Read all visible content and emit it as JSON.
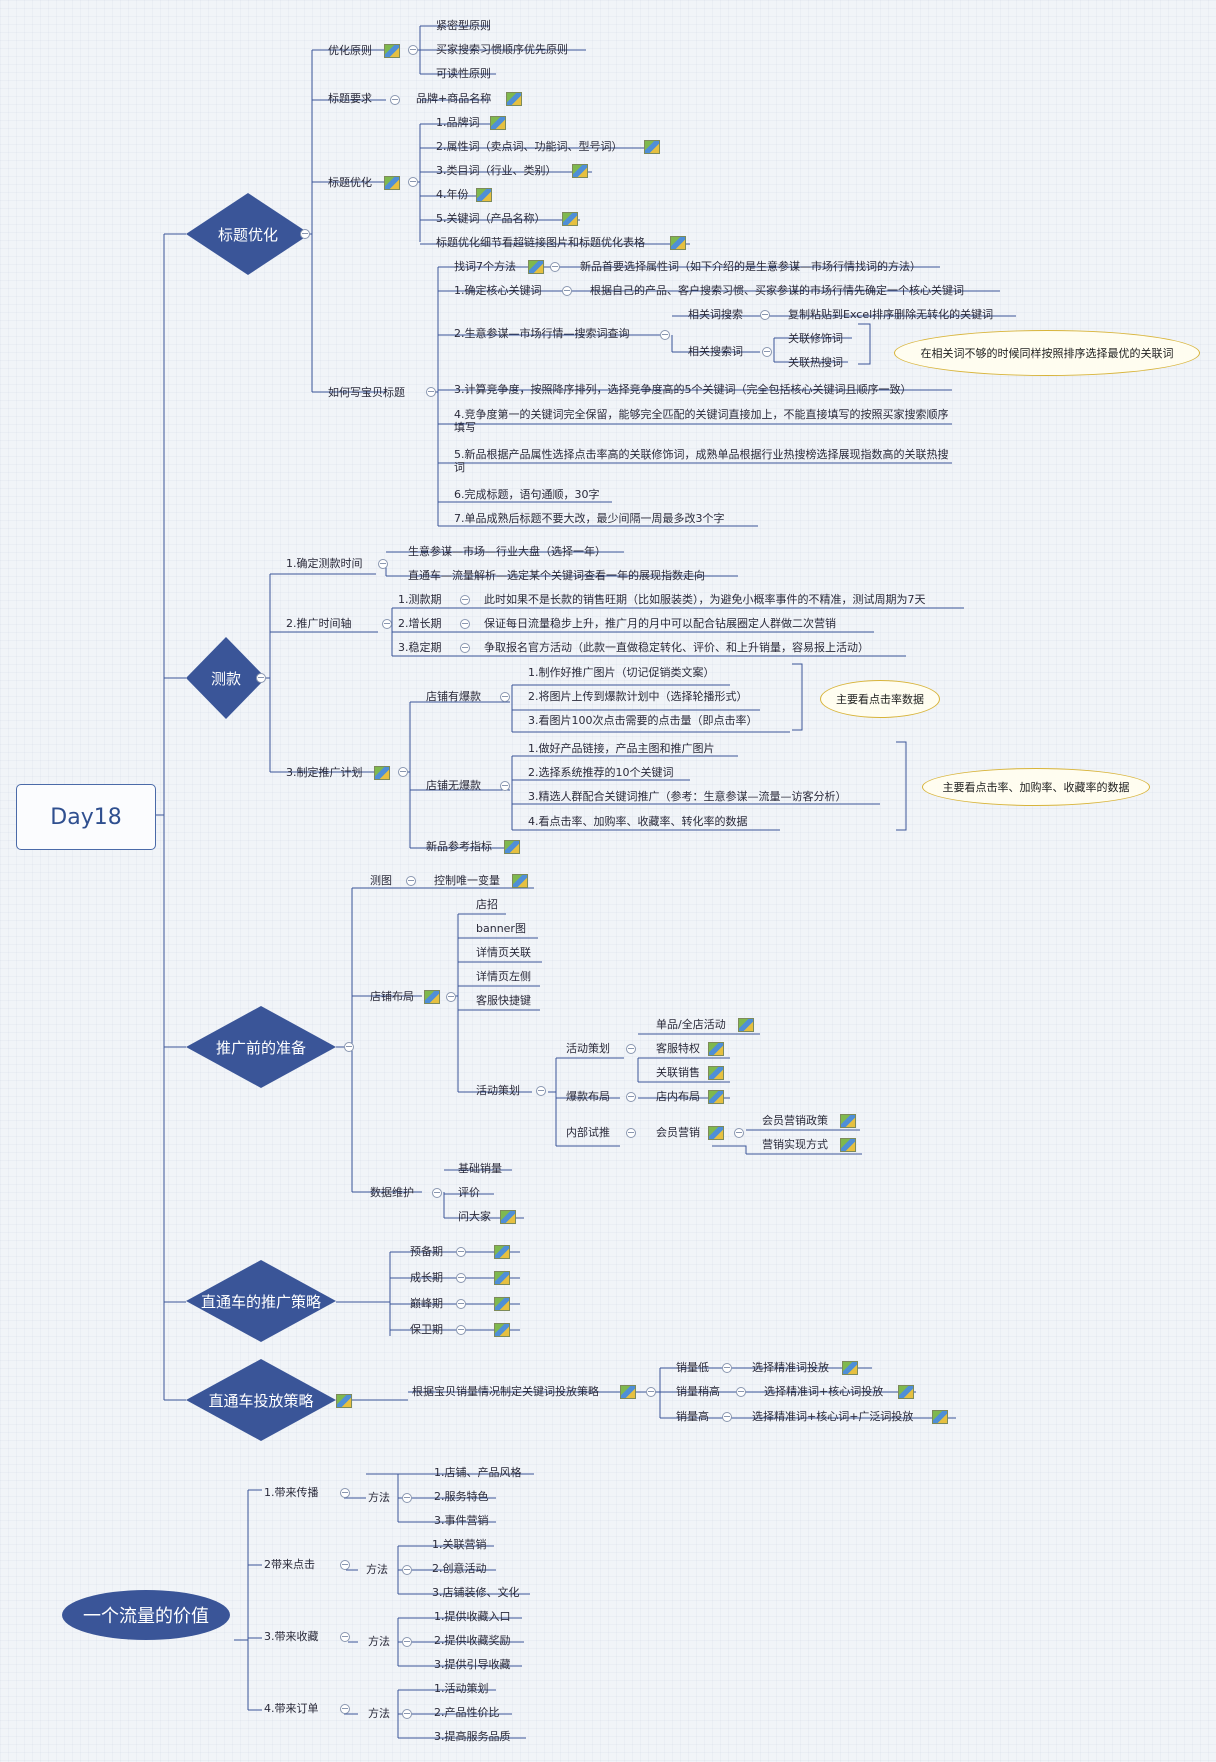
{
  "root": "Day18",
  "value_root": "一个流量的价值",
  "main": {
    "title_opt": "标题优化",
    "test": "测款",
    "prep": "推广前的准备",
    "ztc_strategy": "直通车的推广策略",
    "ztc_invest": "直通车投放策略"
  },
  "title_opt": {
    "principles": "优化原则",
    "p1": "紧密型原则",
    "p2": "买家搜索习惯顺序优先原则",
    "p3": "可读性原则",
    "req": "标题要求",
    "req1": "品牌+商品名称",
    "opt": "标题优化",
    "o1": "1.品牌词",
    "o2": "2.属性词（卖点词、功能词、型号词）",
    "o3": "3.类目词（行业、类别）",
    "o4": "4.年份",
    "o5": "5.关键词（产品名称）",
    "o6": "标题优化细节看超链接图片和标题优化表格",
    "how": "如何写宝贝标题",
    "h0": "找词7个方法",
    "h0b": "新品首要选择属性词（如下介绍的是生意参谋—市场行情找词的方法）",
    "h1": "1.确定核心关键词",
    "h1b": "根据自己的产品、客户搜索习惯、买家参谋的市场行情先确定一个核心关键词",
    "h2": "2.生意参谋—市场行情—搜索词查询",
    "h2a": "相关词搜索",
    "h2a1": "复制粘贴到Excel排序删除无转化的关键词",
    "h2b": "相关搜索词",
    "h2b1": "关联修饰词",
    "h2b2": "关联热搜词",
    "h2note": "在相关词不够的时候同样按照排序选择最优的关联词",
    "h3": "3.计算竞争度，按照降序排列，选择竞争度高的5个关键词（完全包括核心关键词且顺序一致）",
    "h4": "4.竞争度第一的关键词完全保留，能够完全匹配的关键词直接加上，不能直接填写的按照买家搜索顺序填写",
    "h5": "5.新品根据产品属性选择点击率高的关联修饰词，成熟单品根据行业热搜榜选择展现指数高的关联热搜词",
    "h6": "6.完成标题，语句通顺，30字",
    "h7": "7.单品成熟后标题不要大改，最少间隔一周最多改3个字"
  },
  "test": {
    "t1": "1.确定测款时间",
    "t1a": "生意参谋—市场—行业大盘（选择一年）",
    "t1b": "直通车—流量解析—选定某个关键词查看一年的展现指数走向",
    "t2": "2.推广时间轴",
    "t2a": "1.测款期",
    "t2a1": "此时如果不是长款的销售旺期（比如服装类），为避免小概率事件的不精准，测试周期为7天",
    "t2b": "2.增长期",
    "t2b1": "保证每日流量稳步上升，推广月的月中可以配合钻展圈定人群做二次营销",
    "t2c": "3.稳定期",
    "t2c1": "争取报名官方活动（此款一直做稳定转化、评价、和上升销量，容易报上活动）",
    "t3": "3.制定推广计划",
    "s1": "店铺有爆款",
    "s1a": "1.制作好推广图片（切记促销类文案）",
    "s1b": "2.将图片上传到爆款计划中（选择轮播形式）",
    "s1c": "3.看图片100次点击需要的点击量（即点击率）",
    "s1note": "主要看点击率数据",
    "s2": "店铺无爆款",
    "s2a": "1.做好产品链接，产品主图和推广图片",
    "s2b": "2.选择系统推荐的10个关键词",
    "s2c": "3.精选人群配合关键词推广（参考：生意参谋—流量—访客分析）",
    "s2d": "4.看点击率、加购率、收藏率、转化率的数据",
    "s2note": "主要看点击率、加购率、收藏率的数据",
    "s3": "新品参考指标"
  },
  "prep": {
    "c1": "测图",
    "c1a": "控制唯一变量",
    "c2": "店铺布局",
    "c2a": "店招",
    "c2b": "banner图",
    "c2c": "详情页关联",
    "c2d": "详情页左侧",
    "c2e": "客服快捷键",
    "c2f": "活动策划",
    "a1": "活动策划",
    "a1a": "单品/全店活动",
    "a1b": "客服特权",
    "a1c": "关联销售",
    "a2": "爆款布局",
    "a2a": "店内布局",
    "a3": "内部试推",
    "a3a": "会员营销",
    "a3a1": "会员营销政策",
    "a3a2": "营销实现方式",
    "c3": "数据维护",
    "c3a": "基础销量",
    "c3b": "评价",
    "c3c": "问大家"
  },
  "ztc": {
    "p1": "预备期",
    "p2": "成长期",
    "p3": "巅峰期",
    "p4": "保卫期",
    "inv": "根据宝贝销量情况制定关键词投放策略",
    "i1": "销量低",
    "i1a": "选择精准词投放",
    "i2": "销量稍高",
    "i2a": "选择精准词+核心词投放",
    "i3": "销量高",
    "i3a": "选择精准词+核心词+广泛词投放"
  },
  "value": {
    "v1": "1.带来传播",
    "v1m": "方法",
    "v1a": "1.店铺、产品风格",
    "v1b": "2.服务特色",
    "v1c": "3.事件营销",
    "v2": "2带来点击",
    "v2m": "方法",
    "v2a": "1.关联营销",
    "v2b": "2.创意活动",
    "v2c": "3.店铺装修、文化",
    "v3": "3.带来收藏",
    "v3m": "方法",
    "v3a": "1.提供收藏入口",
    "v3b": "2.提供收藏奖励",
    "v3c": "3.提供引导收藏",
    "v4": "4.带来订单",
    "v4m": "方法",
    "v4a": "1.活动策划",
    "v4b": "2.产品性价比",
    "v4c": "3.提高服务品质"
  },
  "colors": {
    "node": "#3a5598",
    "line": "#3a5598",
    "note_border": "#d8b43a"
  }
}
